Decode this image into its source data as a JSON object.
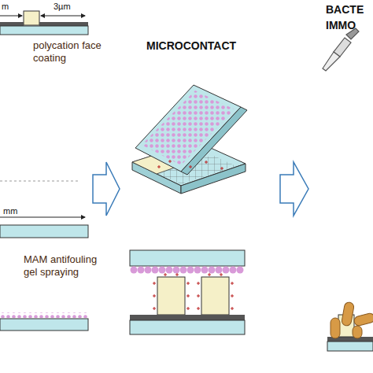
{
  "diagram": {
    "labels": [
      "m",
      "3µm",
      "polycation face coating",
      "mm",
      "MAM antifouling gel spraying",
      "MICROCONTACT",
      "BACTE",
      "IMMO"
    ]
  }
}
